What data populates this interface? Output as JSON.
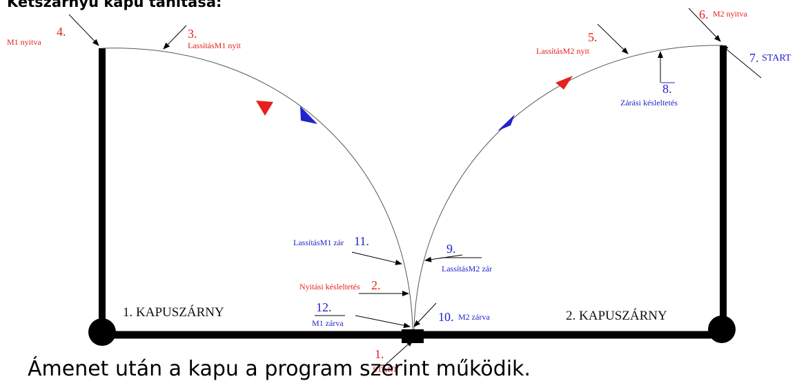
{
  "title": "Kétszárnyú kapu tanítása:",
  "footer_text": "Ámenet után a kapu a program szerint működik.",
  "colors": {
    "open": "#e5211d",
    "close": "#2222cc",
    "gate": "#000000"
  },
  "gate_leaves": {
    "leaf1": "1. KAPUSZÁRNY",
    "leaf2": "2. KAPUSZÁRNY"
  },
  "steps": [
    {
      "number": "1.",
      "label": "START",
      "color": "red"
    },
    {
      "number": "2.",
      "label": "Nyitási késleltetés",
      "color": "red"
    },
    {
      "number": "3.",
      "label": "LassításM1 nyit",
      "color": "red"
    },
    {
      "number": "4.",
      "label": "M1 nyitva",
      "color": "red"
    },
    {
      "number": "5.",
      "label": "LassításM2 nyit",
      "color": "red"
    },
    {
      "number": "6.",
      "label": "M2 nyitva",
      "color": "red"
    },
    {
      "number": "7.",
      "label": "START",
      "color": "blue"
    },
    {
      "number": "8.",
      "label": "Zárási késleltetés",
      "color": "blue"
    },
    {
      "number": "9.",
      "label": "LassításM2 zár",
      "color": "blue"
    },
    {
      "number": "10.",
      "label": "M2 zárva",
      "color": "blue"
    },
    {
      "number": "11.",
      "label": "LassításM1 zár",
      "color": "blue"
    },
    {
      "number": "12.",
      "label": "M1 zárva",
      "color": "blue"
    }
  ]
}
